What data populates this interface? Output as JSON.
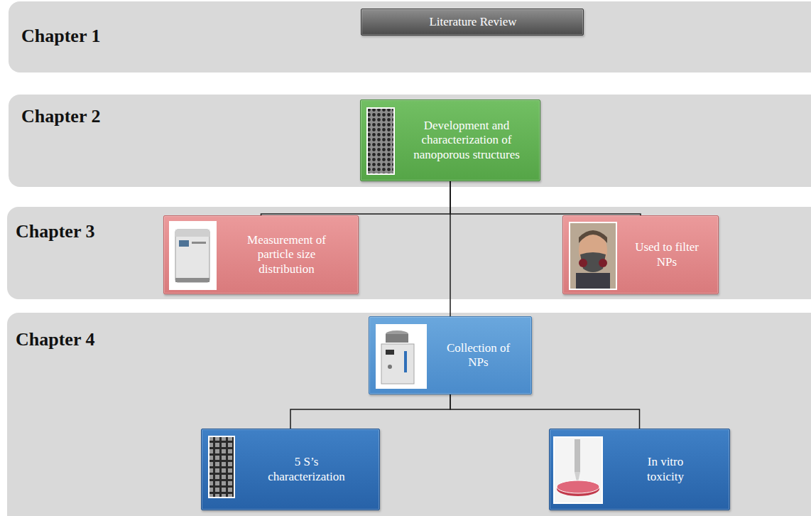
{
  "diagram": {
    "nodes": [
      {
        "text": [
          "Chapter 1"
        ]
      },
      {
        "text": [
          "Literature Review"
        ],
        "in": 0
      },
      {
        "text": [
          "Chapter 2"
        ]
      },
      {
        "text": [
          "Development and characterization of nanoporous structures"
        ],
        "in": 2
      },
      {
        "text": [
          "Chapter 3"
        ]
      },
      {
        "text": [
          "Measurement of particle size distribution"
        ],
        "in": 4
      },
      {
        "text": [
          "Used to filter NPs"
        ],
        "in": 4
      },
      {
        "text": [
          "Chapter 4"
        ]
      },
      {
        "text": [
          "Collection of NPs"
        ],
        "in": 7
      },
      {
        "text": [
          "5 S’s characterization"
        ],
        "in": 7
      },
      {
        "text": [
          "In vitro toxicity"
        ],
        "in": 7
      }
    ],
    "edges": [
      {
        "from": 3,
        "to": 5,
        "arrow": "none"
      },
      {
        "from": 3,
        "to": 6,
        "arrow": "none"
      },
      {
        "from": 3,
        "to": 8,
        "arrow": "none"
      },
      {
        "from": 8,
        "to": 9,
        "arrow": "none"
      },
      {
        "from": 8,
        "to": 10,
        "arrow": "none"
      }
    ]
  }
}
